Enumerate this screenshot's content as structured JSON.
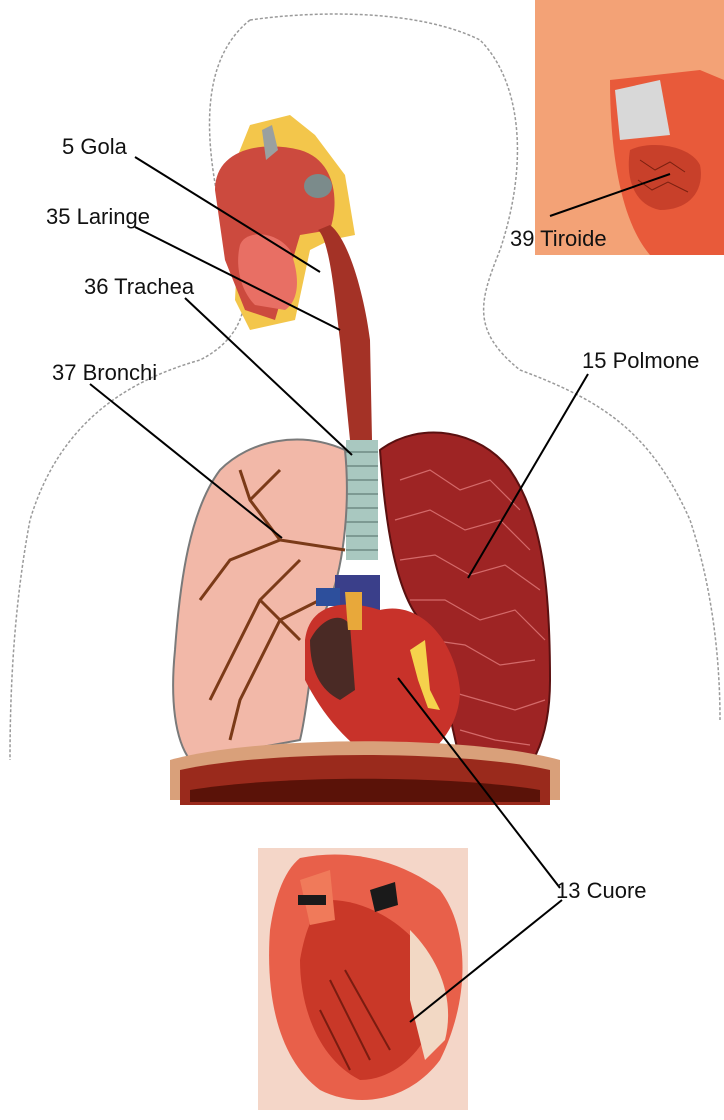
{
  "labels": {
    "gola": "5 Gola",
    "laringe": "35 Laringe",
    "trachea": "36 Trachea",
    "bronchi": "37 Bronchi",
    "polmone": "15 Polmone",
    "tiroide": "39 Tiroide",
    "cuore": "13 Cuore"
  },
  "colors": {
    "lung_left": "#f2b8a8",
    "lung_right": "#9e2424",
    "heart": "#c8322a",
    "diaphragm": "#d9a07a",
    "trachea": "#a9c8c0",
    "outline": "#9a9a9a",
    "leader_line": "#000000"
  }
}
